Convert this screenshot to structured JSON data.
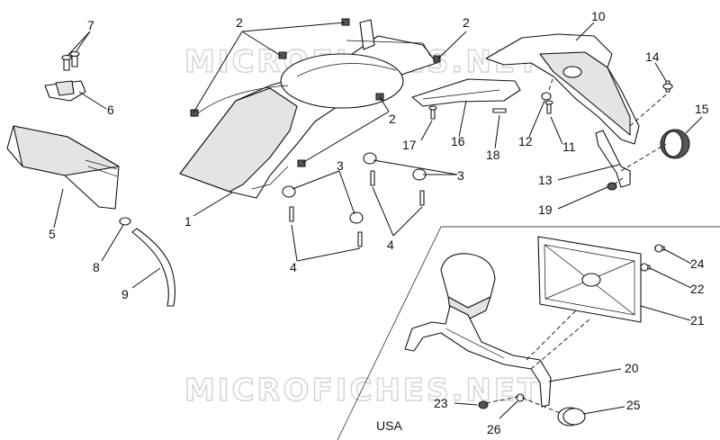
{
  "diagram": {
    "watermark": "MICROFICHES.NET",
    "region_label": "USA",
    "callouts": [
      "1",
      "2",
      "3",
      "4",
      "5",
      "6",
      "7",
      "8",
      "9",
      "10",
      "11",
      "12",
      "13",
      "14",
      "15",
      "16",
      "17",
      "18",
      "19",
      "20",
      "21",
      "22",
      "23",
      "24",
      "25",
      "26"
    ]
  },
  "labels": {
    "l1": "1",
    "l2a": "2",
    "l2b": "2",
    "l2c": "2",
    "l3a": "3",
    "l3b": "3",
    "l4a": "4",
    "l4b": "4",
    "l5": "5",
    "l6": "6",
    "l7": "7",
    "l8": "8",
    "l9": "9",
    "l10": "10",
    "l11": "11",
    "l12": "12",
    "l13": "13",
    "l14": "14",
    "l15": "15",
    "l16": "16",
    "l17": "17",
    "l18": "18",
    "l19": "19",
    "l20": "20",
    "l21": "21",
    "l22": "22",
    "l23": "23",
    "l24": "24",
    "l25": "25",
    "l26": "26"
  }
}
